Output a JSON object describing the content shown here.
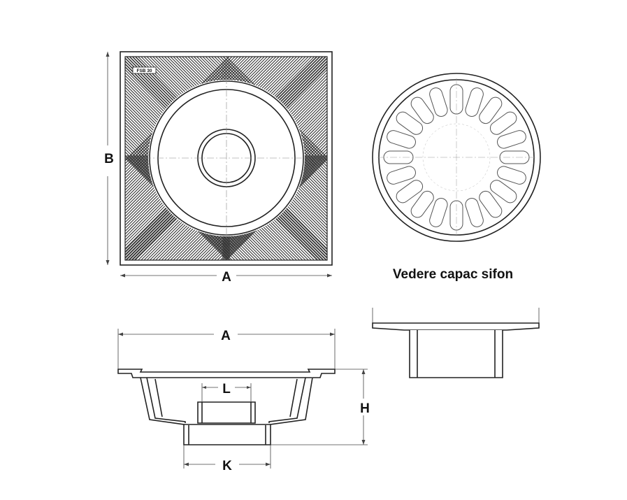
{
  "labels": {
    "top_width": "A",
    "top_height": "B",
    "side_width": "A",
    "side_l": "L",
    "side_h": "H",
    "side_k": "K",
    "badge": "FSB 30",
    "cover_caption": "Vedere  capac sifon"
  },
  "colors": {
    "line": "#222222",
    "hatch": "#333333",
    "background": "#ffffff"
  }
}
